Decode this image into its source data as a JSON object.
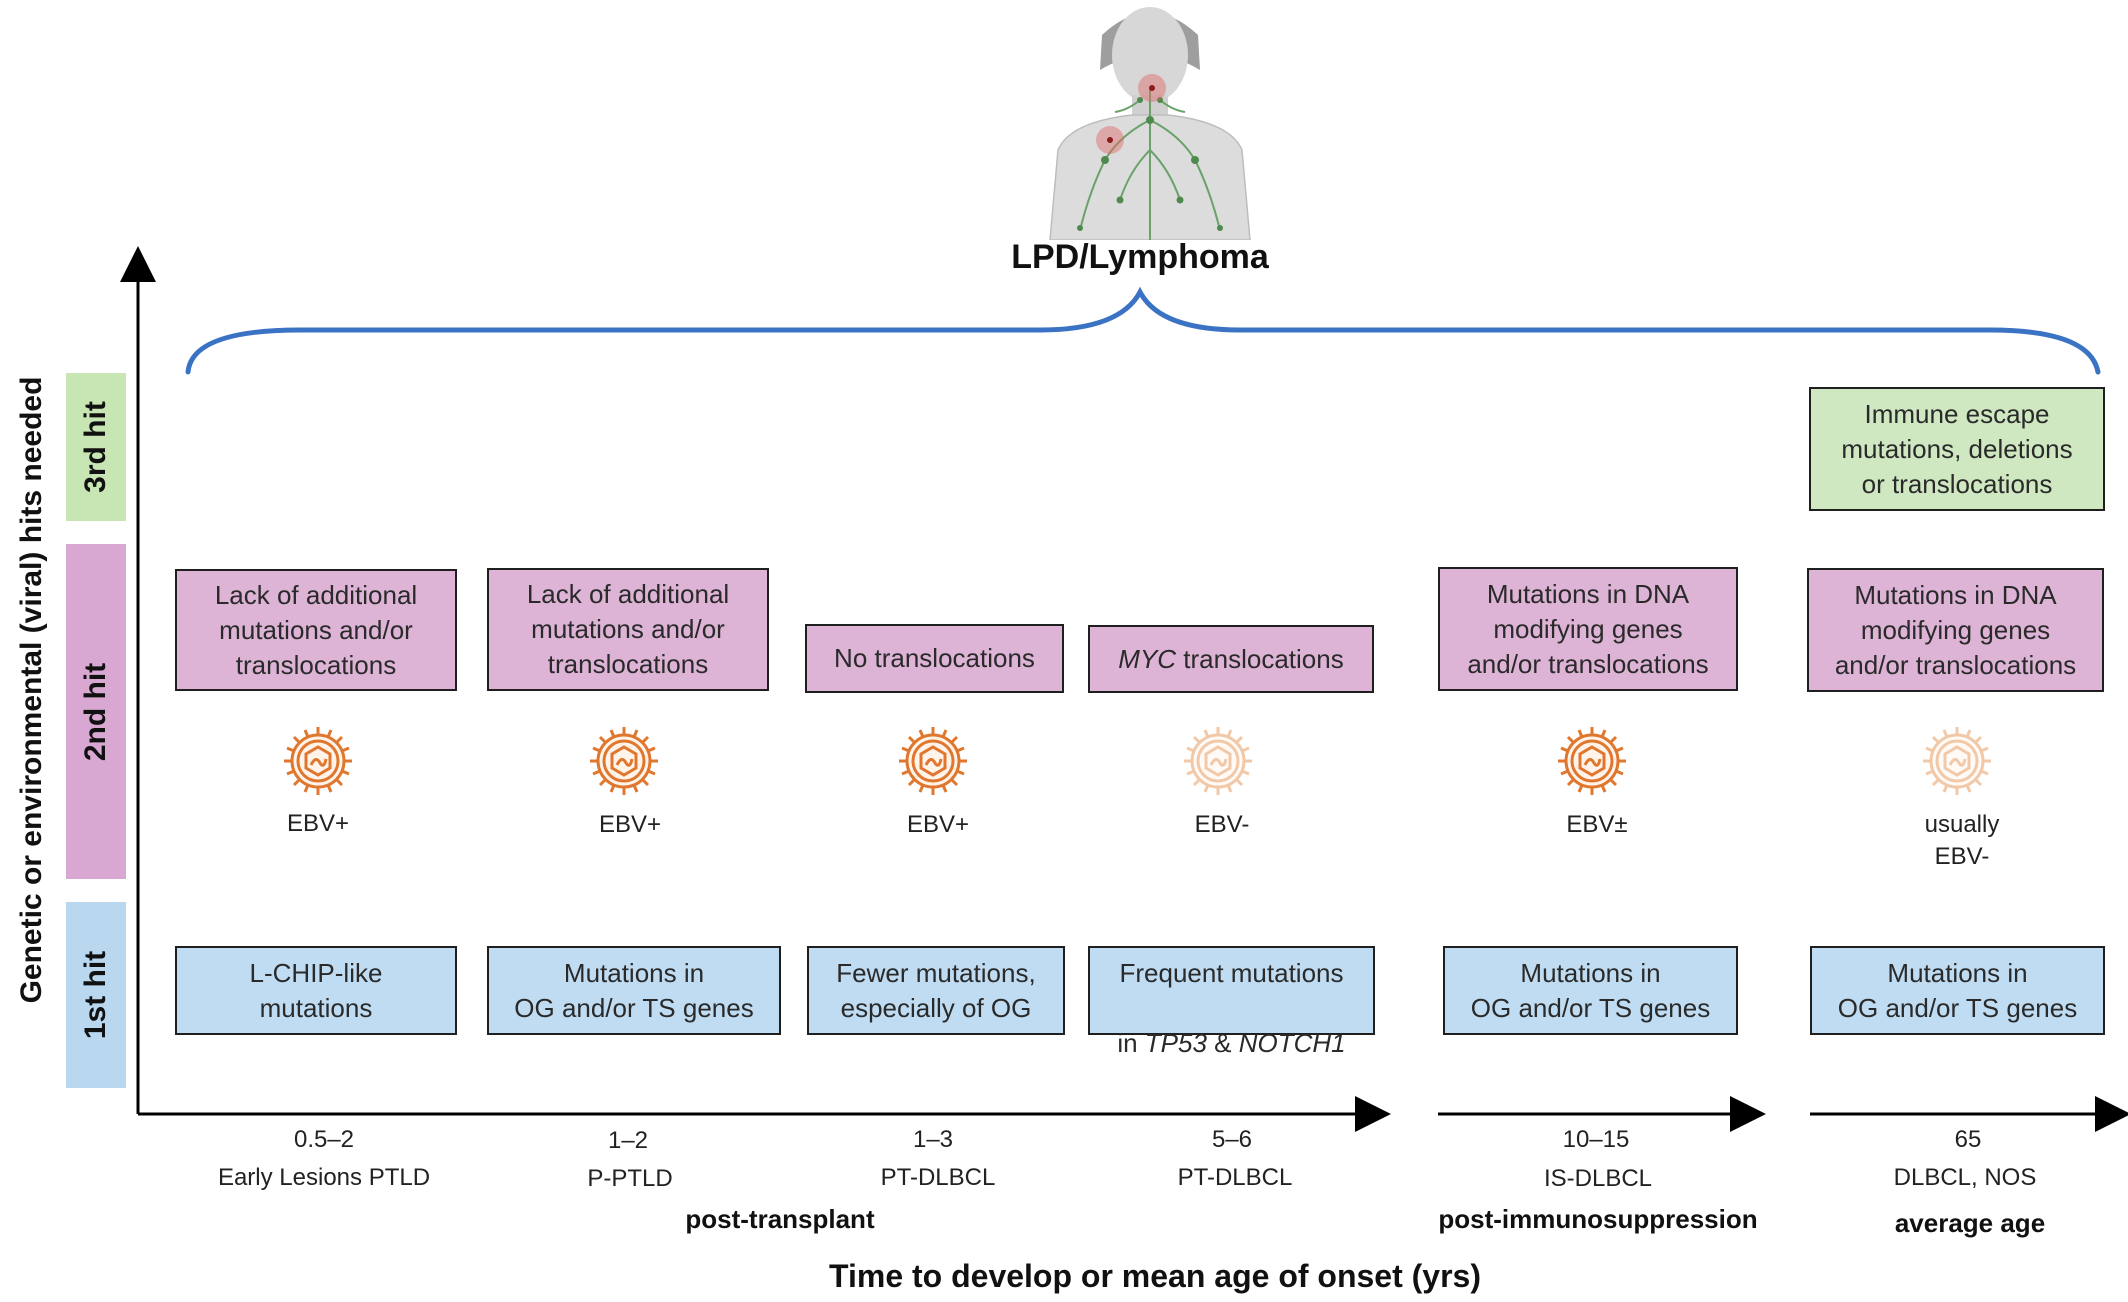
{
  "title": "LPD/Lymphoma",
  "y_axis_label": "Genetic or environmental (viral) hits needed",
  "x_axis_label": "Time to develop or mean age of onset (yrs)",
  "bands": [
    {
      "label": "3rd hit",
      "color": "#c8e6b4"
    },
    {
      "label": "2nd hit",
      "color": "#d9a8d2"
    },
    {
      "label": "1st hit",
      "color": "#b9d8ef"
    }
  ],
  "columns": [
    {
      "second_hit": "Lack of additional\nmutations and/or\ntranslocations",
      "ebv": "EBV+",
      "first_hit": "L-CHIP-like\nmutations",
      "time": "0.5–2",
      "entity": "Early Lesions PTLD"
    },
    {
      "second_hit": "Lack of additional\nmutations and/or\ntranslocations",
      "ebv": "EBV+",
      "first_hit": "Mutations in\nOG and/or TS genes",
      "time": "1–2",
      "entity": "P-PTLD"
    },
    {
      "second_hit": "No translocations",
      "ebv": "EBV+",
      "first_hit": "Fewer mutations,\nespecially of OG",
      "time": "1–3",
      "entity": "PT-DLBCL"
    },
    {
      "second_hit_italic": "MYC",
      "second_hit": " translocations",
      "ebv": "EBV-",
      "first_hit_line1": "Frequent mutations",
      "first_hit_prefix": "in ",
      "first_hit_gene1": "TP53",
      "first_hit_amp": " & ",
      "first_hit_gene2": "NOTCH1",
      "time": "5–6",
      "entity": "PT-DLBCL"
    },
    {
      "second_hit": "Mutations in DNA\nmodifying genes\nand/or translocations",
      "ebv": "EBV±",
      "first_hit": "Mutations in\nOG and/or TS genes",
      "time": "10–15",
      "entity": "IS-DLBCL"
    },
    {
      "third_hit": "Immune escape\nmutations, deletions\nor translocations",
      "second_hit": "Mutations in DNA\nmodifying genes\nand/or translocations",
      "ebv": "usually\nEBV-",
      "first_hit": "Mutations in\nOG and/or TS genes",
      "time": "65",
      "entity": "DLBCL, NOS"
    }
  ],
  "groups": [
    "post-transplant",
    "post-immunosuppression",
    "average age"
  ],
  "colors": {
    "accent_blue": "#3b73c4",
    "virus_strong": "#e0772e",
    "virus_faded": "#f2c9a8"
  },
  "icons": {
    "virus": "virus-icon",
    "figure": "human-lymphatic-figure-icon"
  }
}
